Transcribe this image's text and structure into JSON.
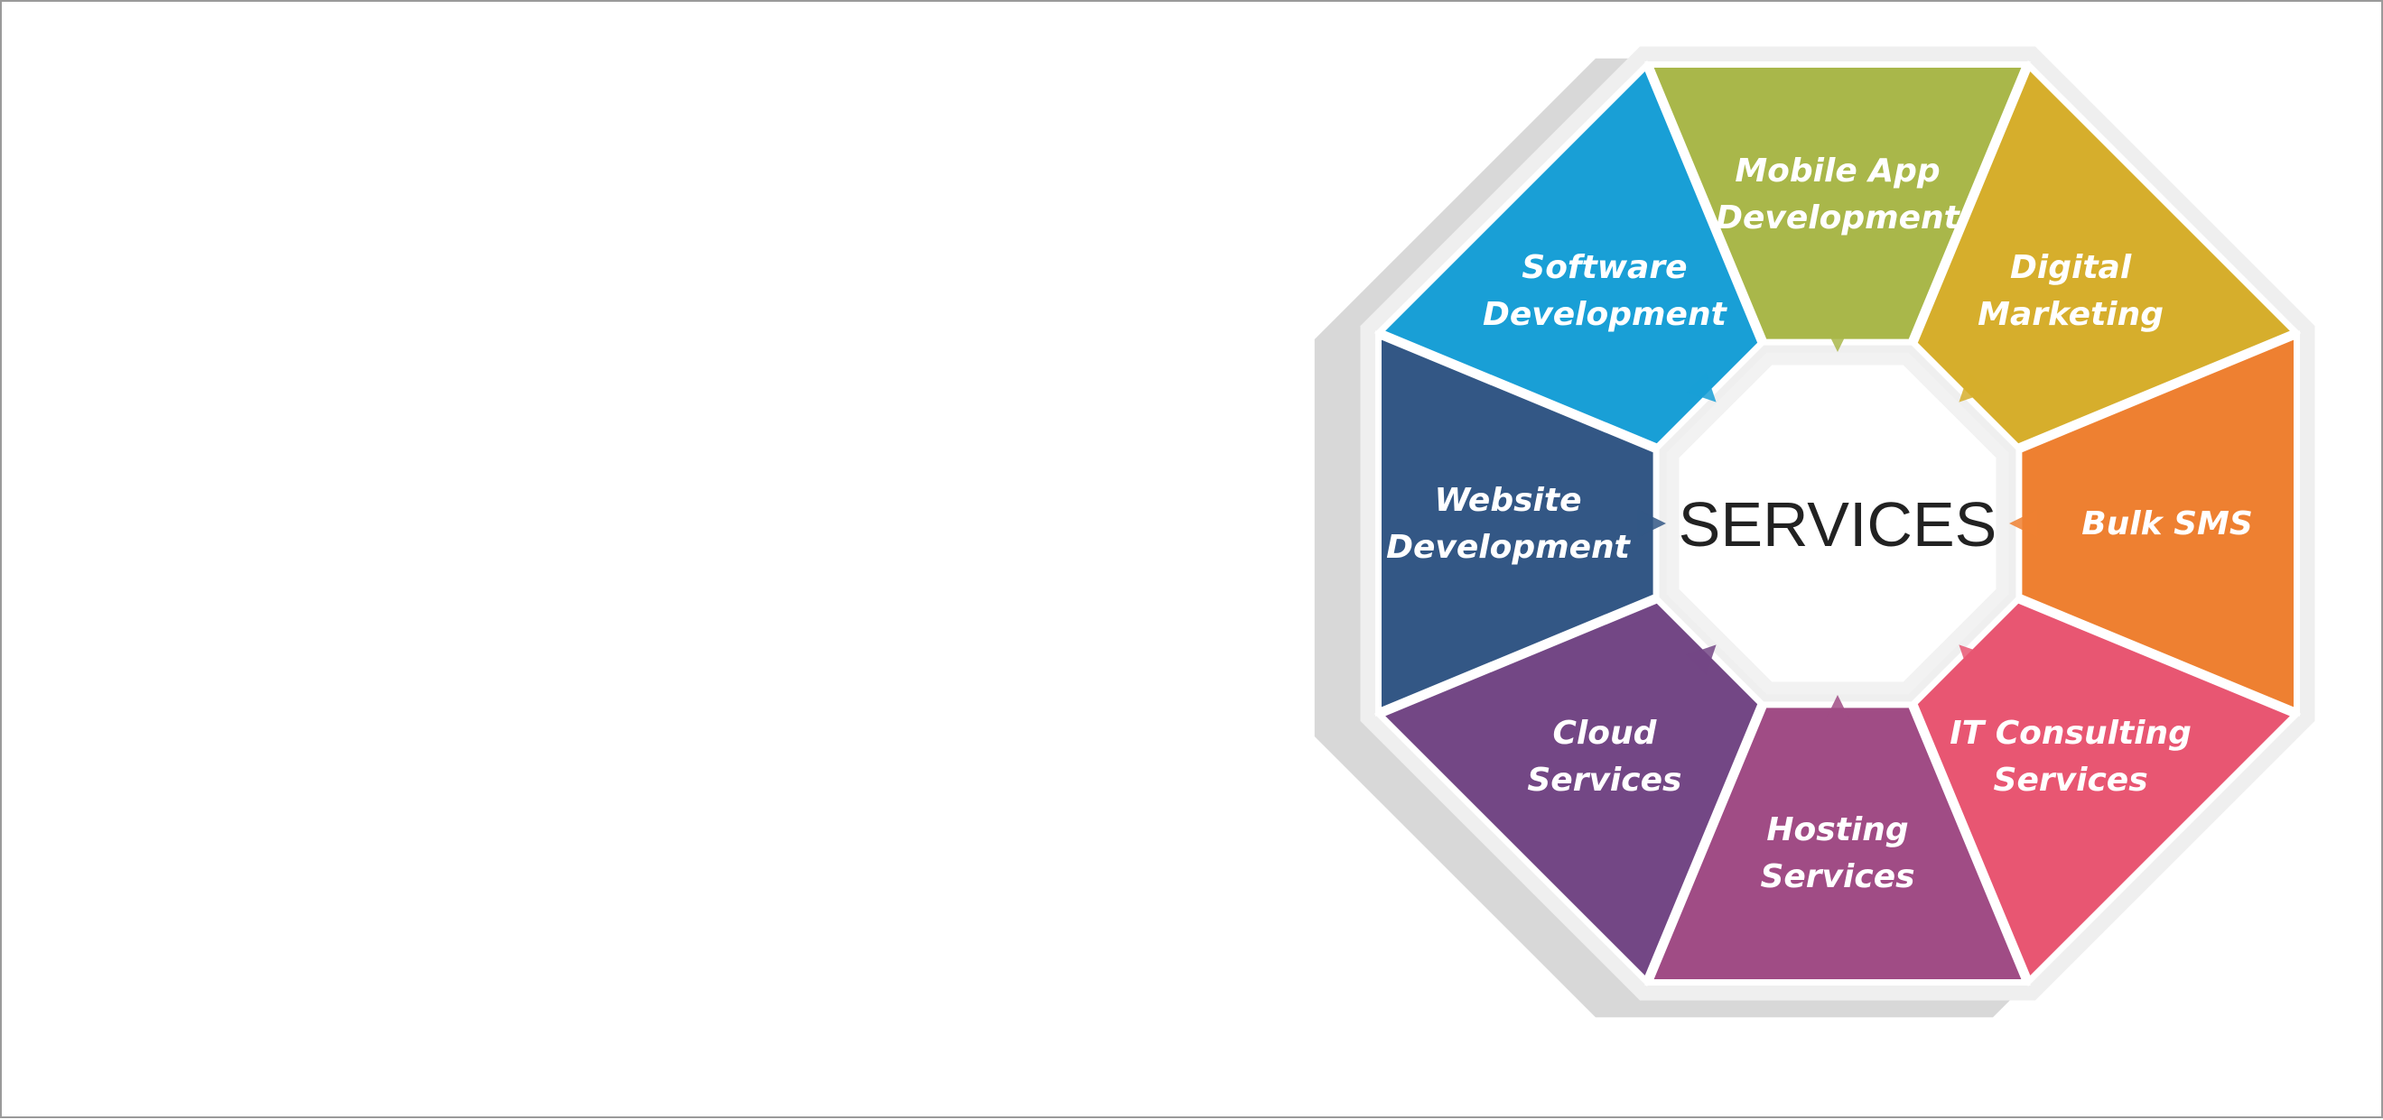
{
  "diagram": {
    "center_label": "SERVICES",
    "segments": [
      {
        "id": "mobile-app-development",
        "lines": [
          "Mobile App",
          "Development"
        ],
        "color": "#A9B74A"
      },
      {
        "id": "digital-marketing",
        "lines": [
          "Digital",
          "Marketing"
        ],
        "color": "#D6AE2C"
      },
      {
        "id": "bulk-sms",
        "lines": [
          "Bulk SMS"
        ],
        "color": "#EE8031"
      },
      {
        "id": "it-consulting-services",
        "lines": [
          "IT Consulting",
          "Services"
        ],
        "color": "#E85672"
      },
      {
        "id": "hosting-services",
        "lines": [
          "Hosting",
          "Services"
        ],
        "color": "#A04C85"
      },
      {
        "id": "cloud-services",
        "lines": [
          "Cloud",
          "Services"
        ],
        "color": "#734785"
      },
      {
        "id": "website-development",
        "lines": [
          "Website",
          "Development"
        ],
        "color": "#335785"
      },
      {
        "id": "software-development",
        "lines": [
          "Software",
          "Development"
        ],
        "color": "#199FD6"
      }
    ],
    "colors": {
      "outer_ring": "#EFEFEF",
      "shadow": "#D8D8D8",
      "inner_ring": "#F2F2F2",
      "center_fill": "#FFFFFF"
    }
  }
}
